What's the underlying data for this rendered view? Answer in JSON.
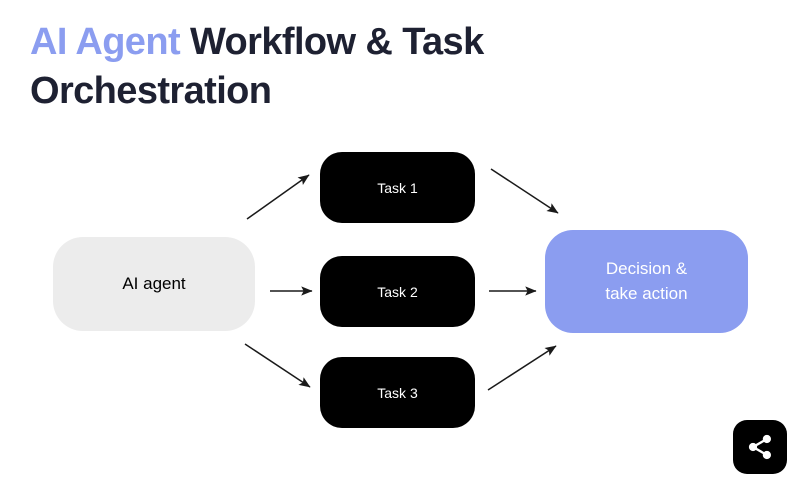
{
  "slide": {
    "background_color": "#ffffff",
    "accent_color": "#8b9df0",
    "dark_color": "#1e2132"
  },
  "title": {
    "accent_text": "AI Agent",
    "rest_text": " Workflow & Task Orchestration",
    "full_text": "AI Agent Workflow & Task Orchestration"
  },
  "diagram": {
    "type": "flow",
    "nodes": {
      "agent": {
        "label": "AI agent",
        "fill": "#ececec",
        "text_color": "#000000"
      },
      "task_1": {
        "label": "Task 1",
        "fill": "#000000",
        "text_color": "#ffffff"
      },
      "task_2": {
        "label": "Task 2",
        "fill": "#000000",
        "text_color": "#ffffff"
      },
      "task_3": {
        "label": "Task 3",
        "fill": "#000000",
        "text_color": "#ffffff"
      },
      "decision": {
        "label": "Decision &\ntake action",
        "fill": "#8b9df0",
        "text_color": "#ffffff"
      }
    },
    "edges": [
      {
        "from": "agent",
        "to": "task_1",
        "direction": "up-right"
      },
      {
        "from": "agent",
        "to": "task_2",
        "direction": "right"
      },
      {
        "from": "agent",
        "to": "task_3",
        "direction": "down-right"
      },
      {
        "from": "task_1",
        "to": "decision",
        "direction": "down-right"
      },
      {
        "from": "task_2",
        "to": "decision",
        "direction": "right"
      },
      {
        "from": "task_3",
        "to": "decision",
        "direction": "up-right"
      }
    ],
    "arrow_color": "#1a1a1a"
  },
  "badge": {
    "icon": "share-icon",
    "fill": "#000000",
    "icon_color": "#ffffff"
  }
}
